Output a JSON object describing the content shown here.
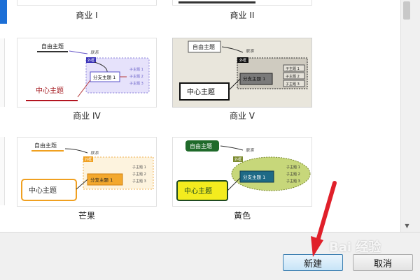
{
  "templates": [
    {
      "label": "商业 I"
    },
    {
      "label": "商业 II"
    },
    {
      "label": "商业 IV",
      "free_topic": "自由主题",
      "link": "联系",
      "tag": "外框",
      "branch": "分支主题 1",
      "subs": [
        "子主题 1",
        "子主题 2",
        "子主题 3"
      ],
      "central": "中心主题"
    },
    {
      "label": "商业 V",
      "free_topic": "自由主题",
      "link": "联系",
      "tag": "外框",
      "branch": "分支主题 1",
      "subs": [
        "子主题 1",
        "子主题 2",
        "子主题 3"
      ],
      "central": "中心主题"
    },
    {
      "label": "芒果",
      "free_topic": "自由主题",
      "link": "联系",
      "tag": "外框",
      "branch": "分支主题 1",
      "subs": [
        "子主题 1",
        "子主题 2",
        "子主题 3"
      ],
      "central": "中心主题"
    },
    {
      "label": "黄色",
      "free_topic": "自由主题",
      "link": "联系",
      "tag": "外框",
      "branch": "分支主题 1",
      "subs": [
        "子主题 1",
        "子主题 2",
        "子主题 3"
      ],
      "central": "中心主题"
    }
  ],
  "buttons": {
    "create": "新建",
    "cancel": "取消"
  },
  "watermark": "Bai 经验",
  "colors": {
    "arrow": "#e0202a",
    "accent": "#1c6fd6"
  }
}
